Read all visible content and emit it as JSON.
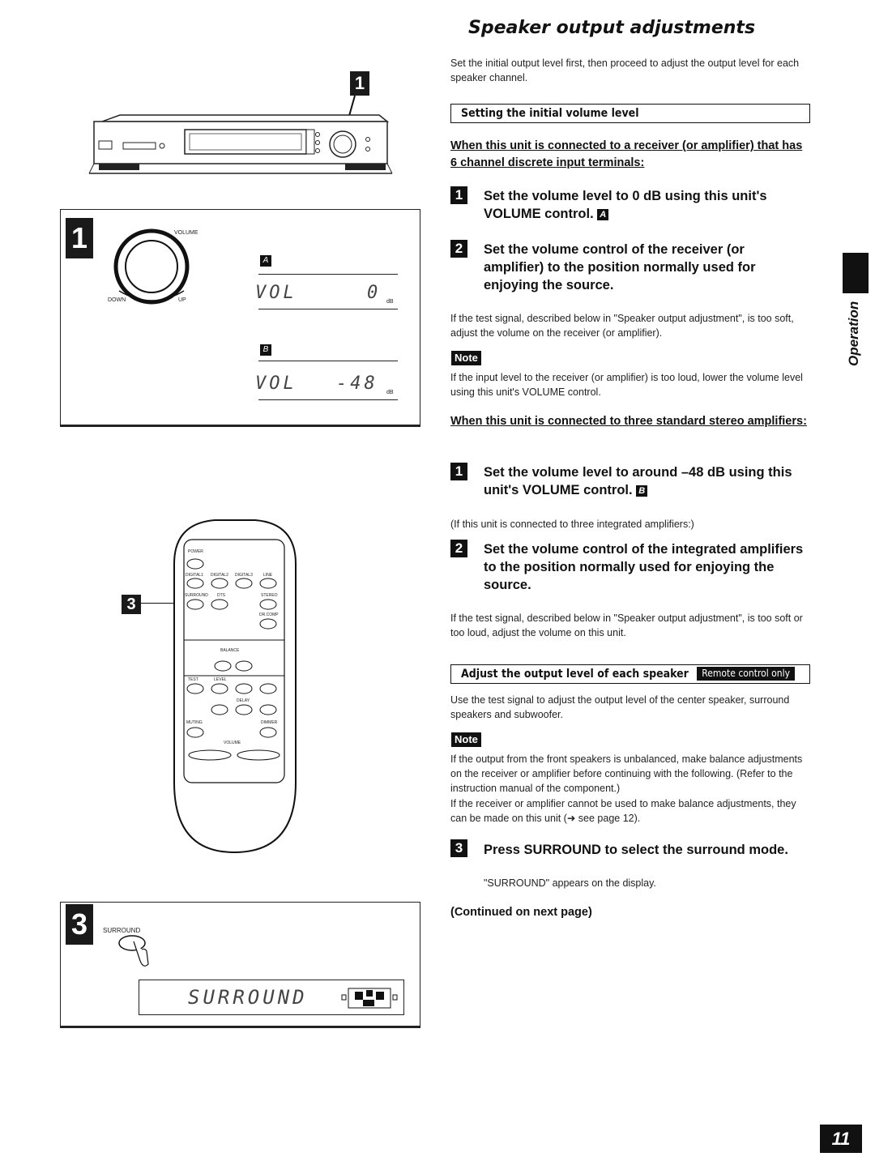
{
  "header": {
    "title": "Speaker output adjustments"
  },
  "intro": "Set the initial output level first, then proceed to adjust the output level for each speaker channel.",
  "section1": {
    "heading": "Setting the initial volume level",
    "case1_heading": "When this unit is connected to a receiver (or amplifier) that has 6 channel discrete input terminals:",
    "step1_num": "1",
    "step1_text": "Set the volume level to 0 dB using this unit's VOLUME control.",
    "step1_ref": "A",
    "step2_num": "2",
    "step2_text": "Set the volume control of the receiver (or amplifier) to the position normally used for enjoying the source.",
    "step2_para": "If the test signal, described below in \"Speaker output adjustment\", is too soft, adjust the volume on the receiver (or amplifier).",
    "note_label": "Note",
    "note1_text": "If the input level to the receiver (or amplifier) is too loud, lower the volume level using this unit's VOLUME control.",
    "case2_heading": "When this unit is connected to three standard stereo amplifiers:",
    "step3_num": "1",
    "step3_text": "Set the volume level to around –48 dB using this unit's VOLUME control.",
    "step3_ref": "B",
    "integrated_para": "(If this unit is connected to three integrated amplifiers:)",
    "step4_num": "2",
    "step4_text": "Set the volume control of the integrated amplifiers to the position normally used for enjoying the source.",
    "step4_para": "If the test signal, described below in \"Speaker output adjustment\", is too soft or too loud, adjust the volume on this unit."
  },
  "section2": {
    "heading": "Adjust the output level of each speaker",
    "badge": "Remote control only",
    "para": "Use the test signal to adjust the output level of the center speaker, surround speakers and subwoofer.",
    "note_label": "Note",
    "note_text1": "If the output from the front speakers is unbalanced, make balance adjustments on the receiver or amplifier before continuing with the following. (Refer to the instruction manual of the component.)",
    "note_text2": "If the receiver or amplifier cannot be used to make balance adjustments, they can be made on this unit (➜ see page 12).",
    "step_num": "3",
    "step_text": "Press SURROUND to select the surround mode.",
    "step_sub": "\"SURROUND\" appears on the display.",
    "continued": "(Continued on next page)"
  },
  "figures": {
    "fig1_step": "1",
    "fig_volume": "VOLUME",
    "fig_down": "DOWN",
    "fig_up": "UP",
    "fig_a": "A",
    "fig_b": "B",
    "lcd_a_left": "VOL",
    "lcd_a_right": "0",
    "lcd_b_left": "VOL",
    "lcd_b_right": "-48",
    "lcd_db": "dB",
    "fig3_step": "3",
    "fig3_surround": "SURROUND",
    "lcd_surround": "SURROUND",
    "remote_step": "3",
    "remote_power": "POWER",
    "remote_row1": [
      "DIGITAL1",
      "DIGITAL2",
      "DIGITAL3",
      "LINE"
    ],
    "remote_row2": [
      "SURROUND",
      "DTS",
      "STEREO"
    ],
    "remote_drcomp": "DR.COMP",
    "remote_balance": "BALANCE",
    "remote_test": "TEST",
    "remote_level": "LEVEL",
    "remote_delay": "DELAY",
    "remote_muting": "MUTING",
    "remote_dimmer": "DIMMER",
    "remote_volume": "VOLUME",
    "device_step": "1"
  },
  "side": {
    "tab_text": "Operation",
    "page_number": "11"
  }
}
